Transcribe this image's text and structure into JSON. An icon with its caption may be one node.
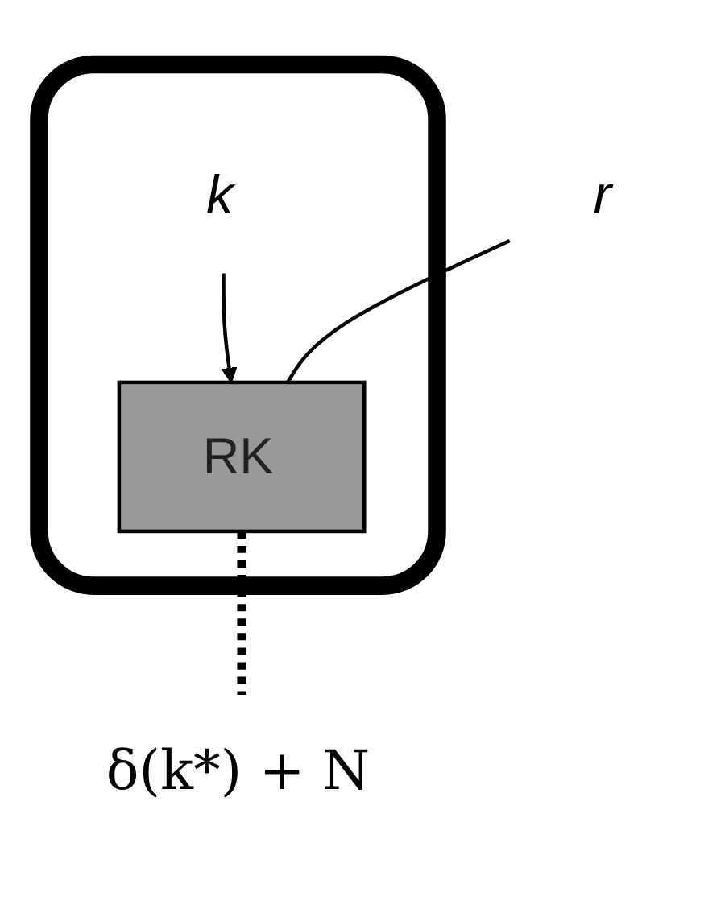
{
  "diagram": {
    "nodes": [
      {
        "text": [],
        "shape": "box"
      },
      {
        "text": [
          "k"
        ],
        "in": 0
      },
      {
        "text": [
          "RK"
        ],
        "in": 0
      },
      {
        "text": [
          "r"
        ]
      },
      {
        "text": [
          "δ(k*) + N"
        ]
      }
    ],
    "edges": [
      {
        "from": 1,
        "to": 2,
        "arrow": "to"
      },
      {
        "from": 3,
        "to": 2,
        "arrow": "none"
      },
      {
        "from": 2,
        "to": 4,
        "arrow": "none",
        "style": "dashed"
      }
    ]
  }
}
